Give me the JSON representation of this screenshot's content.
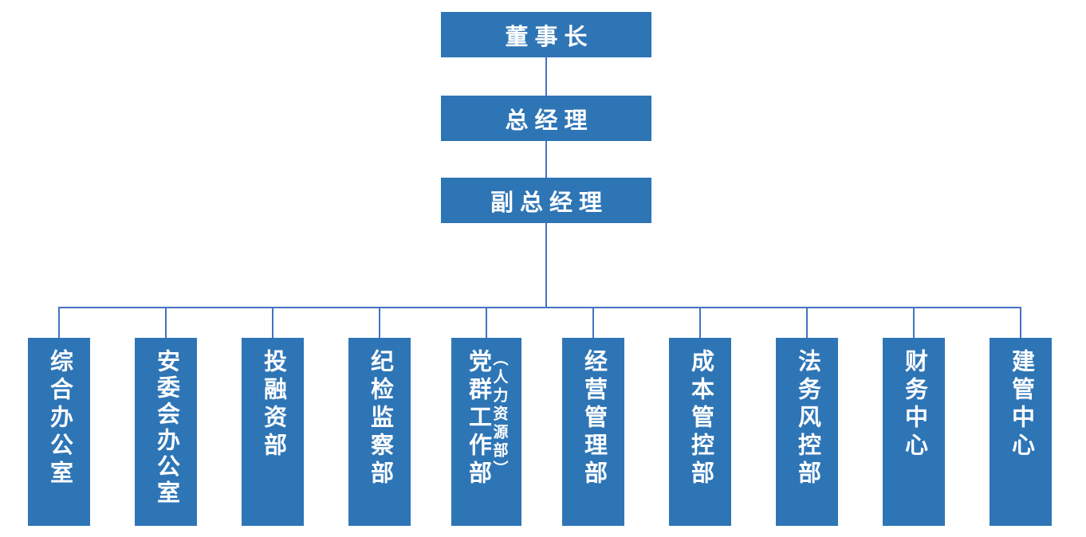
{
  "colors": {
    "box_fill": "#2E75B6",
    "connector": "#4472C4",
    "text_color": "#FFFFFF",
    "background": "#FFFFFF"
  },
  "executives": [
    {
      "label": "董事长"
    },
    {
      "label": "总经理"
    },
    {
      "label": "副总经理"
    }
  ],
  "departments": [
    {
      "label": "综合办公室"
    },
    {
      "label": "安委会办公室"
    },
    {
      "label": "投融资部"
    },
    {
      "label": "纪检监察部"
    },
    {
      "label": "党群工作部",
      "sub_label": "（人力资源部）"
    },
    {
      "label": "经营管理部"
    },
    {
      "label": "成本管控部"
    },
    {
      "label": "法务风控部"
    },
    {
      "label": "财务中心"
    },
    {
      "label": "建管中心"
    }
  ]
}
